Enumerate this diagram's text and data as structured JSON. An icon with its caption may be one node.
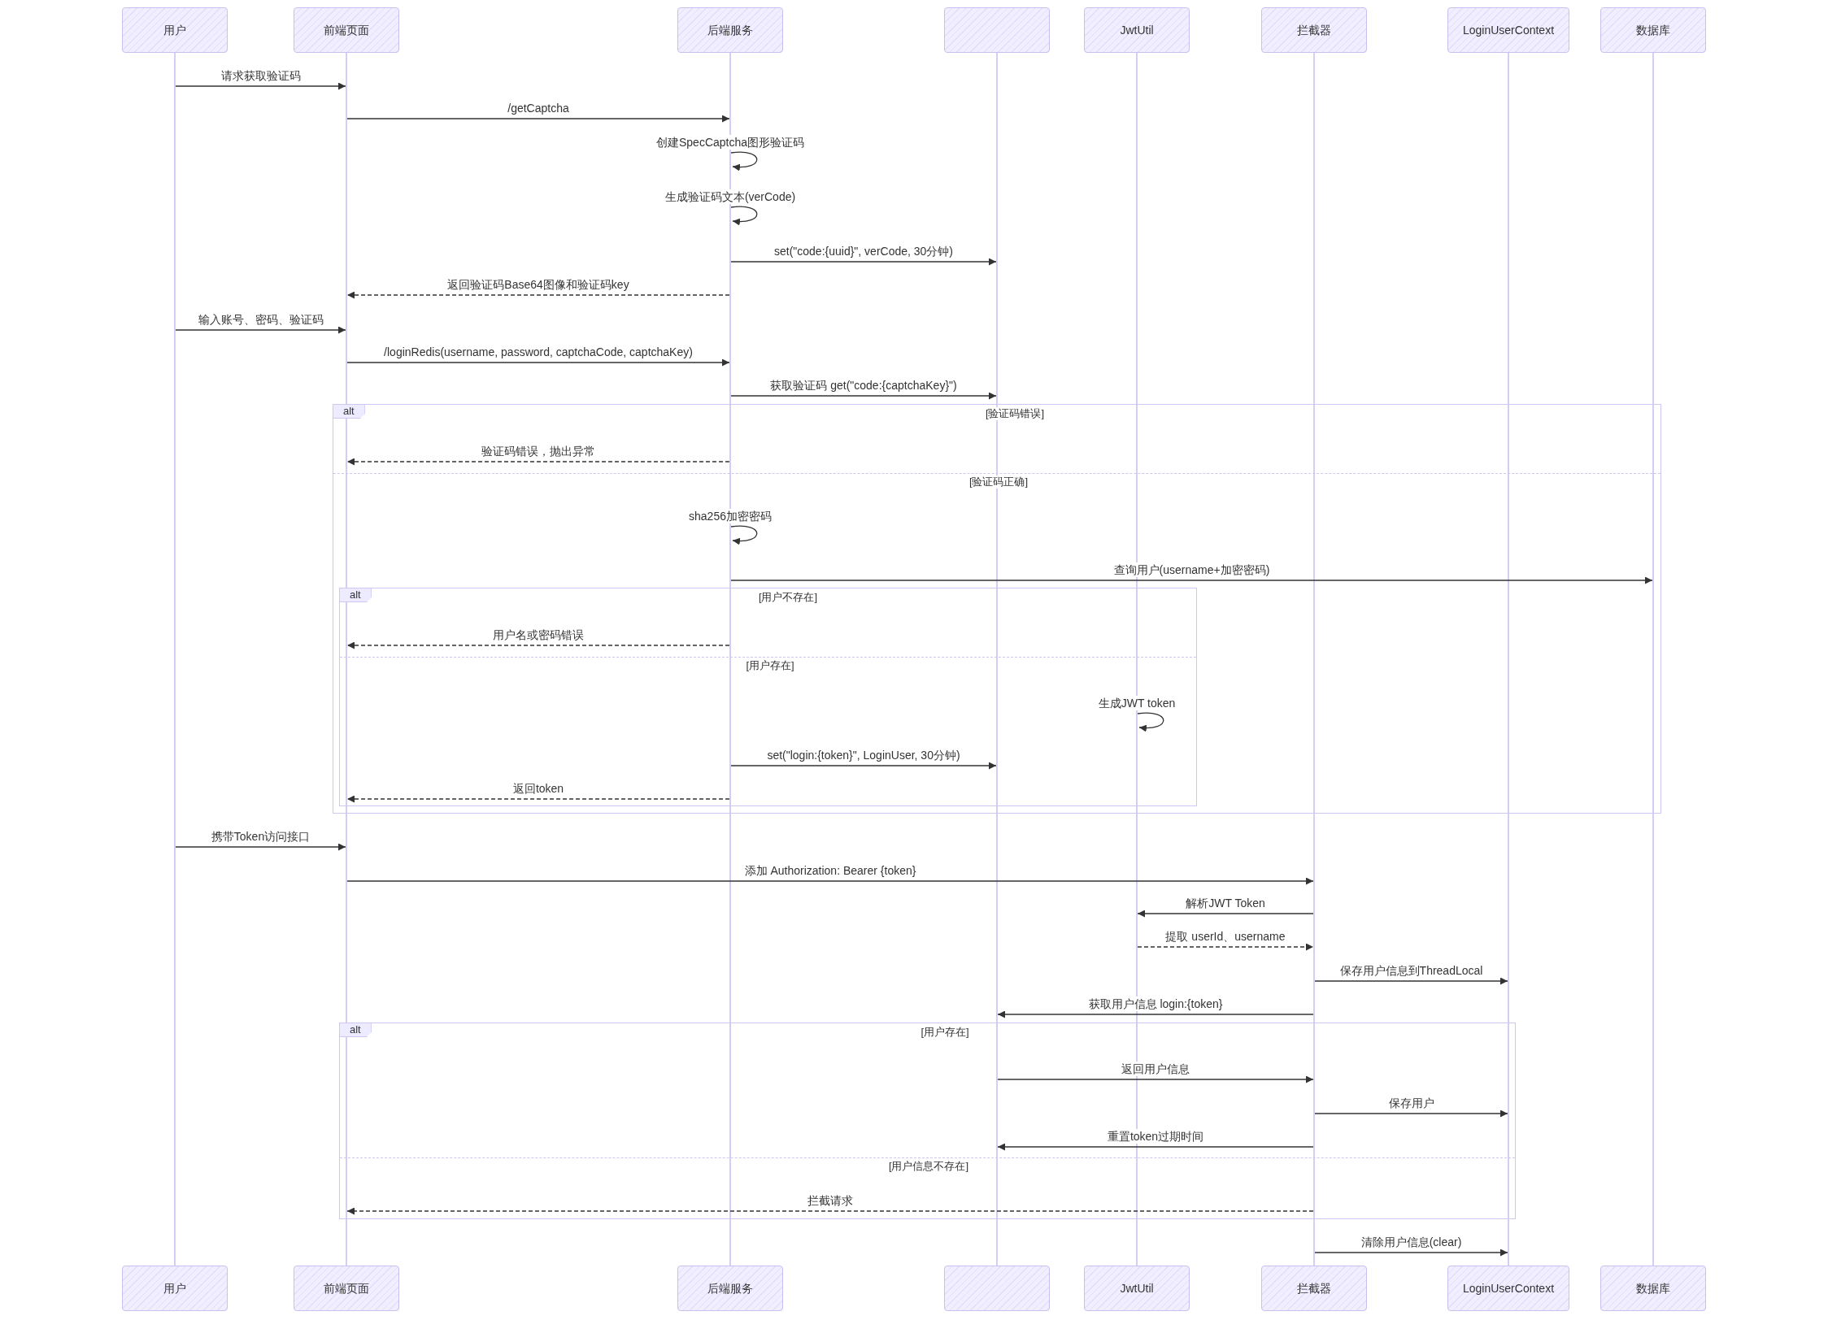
{
  "diagram": {
    "nodes": [
      {
        "text": [
          "用户"
        ]
      },
      {
        "text": [
          "前端页面"
        ]
      },
      {
        "text": [
          "后端服务"
        ]
      },
      {
        "text": [],
        "shape": "box"
      },
      {
        "text": [
          "JwtUtil"
        ]
      },
      {
        "text": [
          "拦截器"
        ]
      },
      {
        "text": [
          "LoginUserContext"
        ]
      },
      {
        "text": [
          "数据库"
        ]
      },
      {
        "text": [],
        "shape": "bar"
      },
      {
        "text": [],
        "shape": "bar"
      },
      {
        "text": [],
        "shape": "bar"
      },
      {
        "text": [],
        "shape": "bar"
      },
      {
        "text": [],
        "shape": "bar"
      },
      {
        "text": [],
        "shape": "bar"
      },
      {
        "text": [],
        "shape": "bar"
      },
      {
        "text": [],
        "shape": "bar"
      },
      {
        "text": [
          "用户"
        ]
      },
      {
        "text": [
          "前端页面"
        ]
      },
      {
        "text": [
          "后端服务"
        ]
      },
      {
        "text": [],
        "shape": "box"
      },
      {
        "text": [
          "JwtUtil"
        ]
      },
      {
        "text": [
          "拦截器"
        ]
      },
      {
        "text": [
          "LoginUserContext"
        ]
      },
      {
        "text": [
          "数据库"
        ]
      }
    ],
    "edges": [
      {
        "from": 8,
        "to": 9,
        "arrow": "to",
        "label": "请求获取验证码"
      },
      {
        "from": 9,
        "to": 10,
        "arrow": "to",
        "label": "/getCaptcha"
      },
      {
        "from": 10,
        "to": 10,
        "arrow": "to",
        "label": "创建SpecCaptcha图形验证码"
      },
      {
        "from": 10,
        "to": 10,
        "arrow": "to",
        "label": "生成验证码文本(verCode)"
      },
      {
        "from": 10,
        "to": 11,
        "arrow": "to",
        "label": "set(\"code:{uuid}\", verCode, 30分钟)"
      },
      {
        "from": 10,
        "to": 9,
        "arrow": "to",
        "label": "返回验证码Base64图像和验证码key",
        "style": "dashed"
      },
      {
        "from": 8,
        "to": 9,
        "arrow": "to",
        "label": "输入账号、密码、验证码"
      },
      {
        "from": 9,
        "to": 10,
        "arrow": "to",
        "label": "/loginRedis(username, password, captchaCode, captchaKey)"
      },
      {
        "from": 10,
        "to": 11,
        "arrow": "to",
        "label": "获取验证码 get(\"code:{captchaKey}\")"
      },
      {
        "from": 10,
        "to": 9,
        "arrow": "to",
        "label": "验证码错误，抛出异常",
        "style": "dashed"
      },
      {
        "from": 10,
        "to": 10,
        "arrow": "to",
        "label": "sha256加密密码"
      },
      {
        "from": 10,
        "to": 15,
        "arrow": "to",
        "label": "查询用户(username+加密密码)"
      },
      {
        "from": 10,
        "to": 9,
        "arrow": "to",
        "label": "用户名或密码错误",
        "style": "dashed"
      },
      {
        "from": 12,
        "to": 12,
        "arrow": "to",
        "label": "生成JWT token"
      },
      {
        "from": 10,
        "to": 11,
        "arrow": "to",
        "label": "set(\"login:{token}\", LoginUser, 30分钟)"
      },
      {
        "from": 10,
        "to": 9,
        "arrow": "to",
        "label": "返回token",
        "style": "dashed"
      },
      {
        "from": 8,
        "to": 9,
        "arrow": "to",
        "label": "携带Token访问接口"
      },
      {
        "from": 9,
        "to": 13,
        "arrow": "to",
        "label": "添加 Authorization: Bearer {token}"
      },
      {
        "from": 13,
        "to": 12,
        "arrow": "to",
        "label": "解析JWT Token"
      },
      {
        "from": 12,
        "to": 13,
        "arrow": "to",
        "label": "提取 userId、username",
        "style": "dashed"
      },
      {
        "from": 13,
        "to": 14,
        "arrow": "to",
        "label": "保存用户信息到ThreadLocal"
      },
      {
        "from": 13,
        "to": 11,
        "arrow": "to",
        "label": "获取用户信息 login:{token}"
      },
      {
        "from": 11,
        "to": 13,
        "arrow": "to",
        "label": "返回用户信息"
      },
      {
        "from": 13,
        "to": 14,
        "arrow": "to",
        "label": "保存用户"
      },
      {
        "from": 13,
        "to": 11,
        "arrow": "to",
        "label": "重置token过期时间"
      },
      {
        "from": 13,
        "to": 9,
        "arrow": "to",
        "label": "拦截请求",
        "style": "dashed"
      },
      {
        "from": 13,
        "to": 14,
        "arrow": "to",
        "label": "清除用户信息(clear)"
      }
    ],
    "labels": [
      "alt",
      "[验证码错误]",
      "[验证码正确]",
      "alt",
      "[用户不存在]",
      "[用户存在]",
      "alt",
      "[用户存在]",
      "[用户信息不存在]"
    ]
  }
}
